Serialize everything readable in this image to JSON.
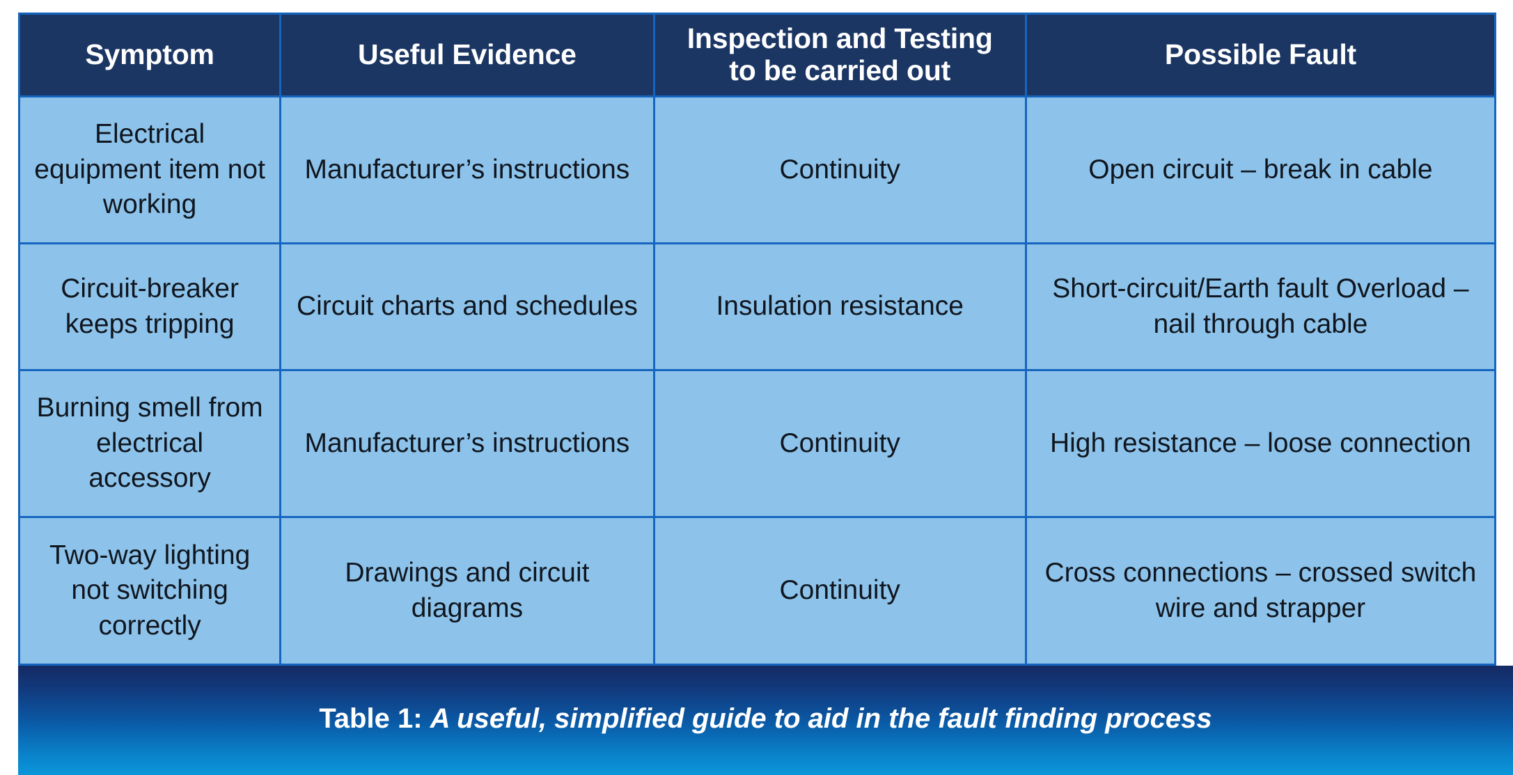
{
  "figure": {
    "kind": "table-figure",
    "colors": {
      "header_bg": "#1C3664",
      "cell_bg": "#8DC3EA",
      "grid_line": "#1565C0",
      "header_text": "#FFFFFF",
      "cell_text": "#10161F",
      "caption_gradient_top": "#142A63",
      "caption_gradient_bottom": "#0B96DA",
      "caption_text": "#FFFFFF"
    }
  },
  "table": {
    "columns": [
      {
        "key": "symptom",
        "label": "Symptom"
      },
      {
        "key": "evidence",
        "label": "Useful Evidence"
      },
      {
        "key": "testing",
        "label": "Inspection and Testing\nto be carried out"
      },
      {
        "key": "fault",
        "label": "Possible Fault"
      }
    ],
    "headers": {
      "symptom": "Symptom",
      "evidence": "Useful Evidence",
      "testing_line1": "Inspection and Testing",
      "testing_line2": "to be carried out",
      "fault": "Possible Fault"
    },
    "rows": [
      {
        "symptom": "Electrical equipment item not working",
        "evidence": "Manufacturer’s instructions",
        "testing": "Continuity",
        "fault": "Open circuit – break in cable"
      },
      {
        "symptom": "Circuit-breaker keeps tripping",
        "evidence": "Circuit charts and schedules",
        "testing": "Insulation resistance",
        "fault": "Short-circuit/Earth fault Overload – nail through cable"
      },
      {
        "symptom": "Burning smell from electrical accessory",
        "evidence": "Manufacturer’s instructions",
        "testing": "Continuity",
        "fault": "High resistance – loose connection"
      },
      {
        "symptom": "Two-way lighting not switching correctly",
        "evidence": "Drawings and circuit diagrams",
        "testing": "Continuity",
        "fault": "Cross connections – crossed switch wire and strapper"
      }
    ]
  },
  "caption": {
    "label": "Table 1:",
    "text": "A useful, simplified guide to aid in the fault finding process",
    "full": "Table 1: A useful, simplified guide to aid in the fault finding process"
  }
}
